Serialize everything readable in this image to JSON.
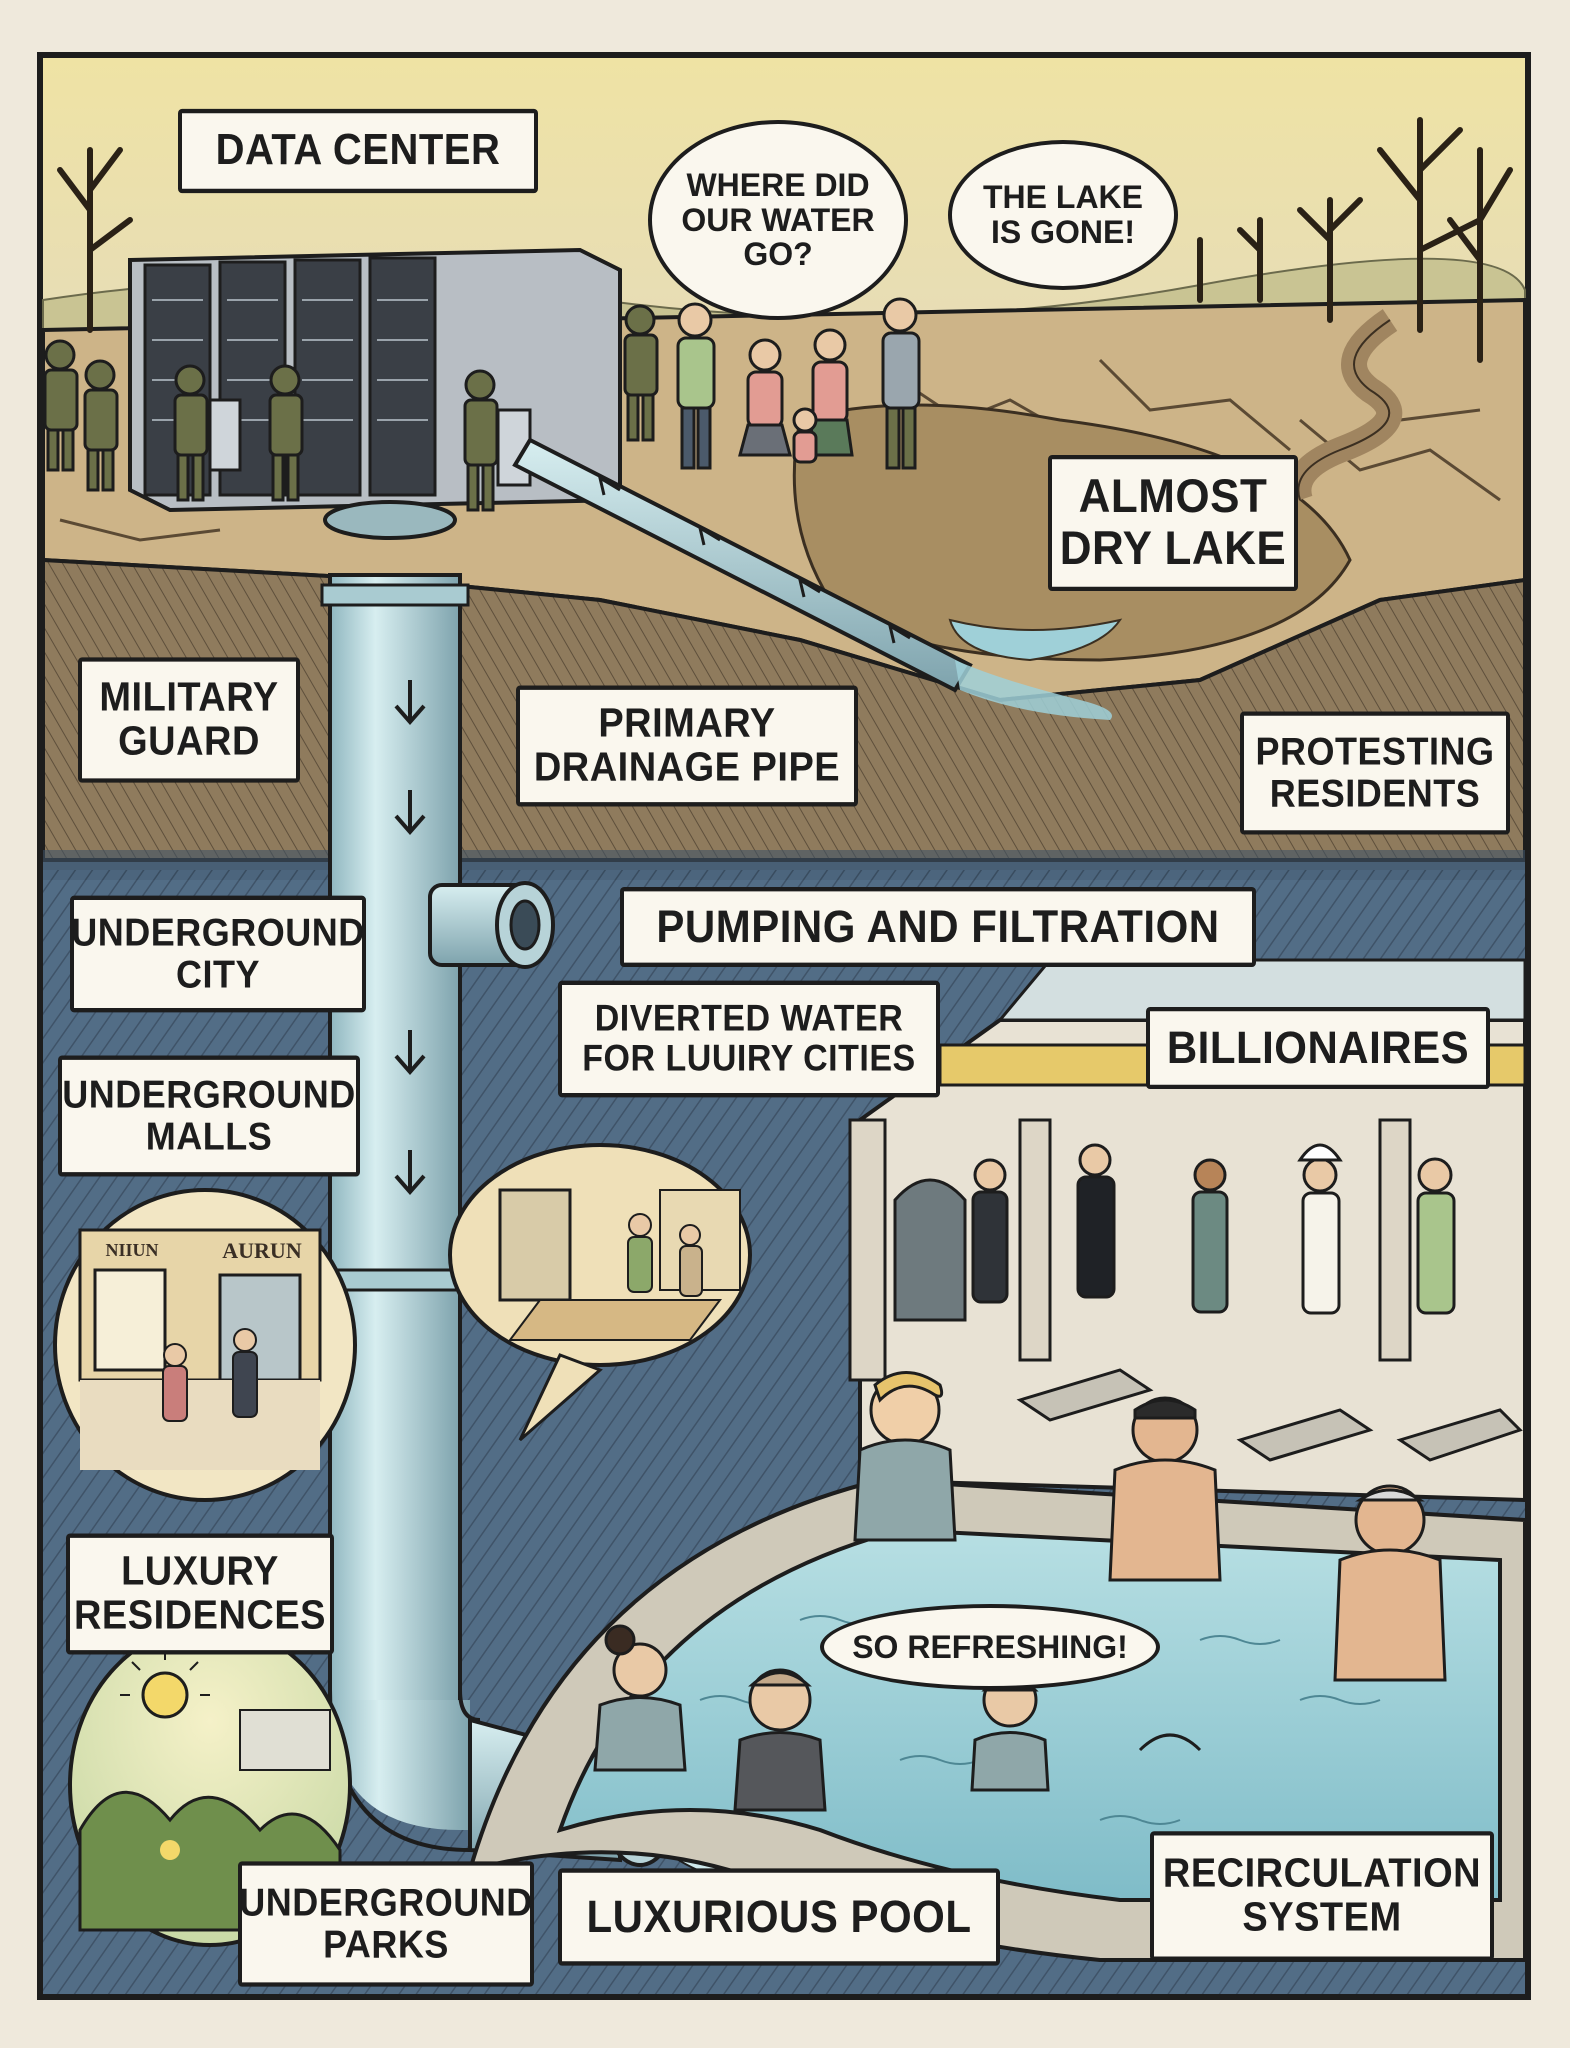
{
  "labels": {
    "data_center": "DATA CENTER",
    "almost_dry_lake": "ALMOST\nDRY LAKE",
    "military_guard": "MILITARY\nGUARD",
    "primary_drainage_pipe": "PRIMARY\nDRAINAGE PIPE",
    "protesting_residents": "PROTESTING\nRESIDENTS",
    "underground_city": "UNDERGROUND\nCITY",
    "pumping_and_filtration": "PUMPING AND FILTRATION",
    "diverted_water": "DIVERTED WATER\nFOR LUUIRY CITIES",
    "billionaires": "BILLIONAIRES",
    "underground_malls": "UNDERGROUND\nMALLS",
    "luxury_residences": "LUXURY\nRESIDENCES",
    "underground_parks": "UNDERGROUND\nPARKS",
    "luxurious_pool": "LUXURIOUS POOL",
    "recirculation_system": "RECIRCULATION\nSYSTEM"
  },
  "speech": {
    "where_water": "WHERE DID\nOUR WATER\nGO?",
    "lake_gone": "THE LAKE\nIS GONE!",
    "so_refreshing": "SO REFRESHING!"
  },
  "signs": {
    "mall_left": "NIIUN",
    "mall_right": "AURUN"
  },
  "colors": {
    "sky": "#efe3a4",
    "dry_ground": "#c9b083",
    "underground": "#56708a",
    "pipe": "#b5d7dc",
    "pool_water": "#9fd0d8",
    "outline": "#1d1d1d"
  }
}
